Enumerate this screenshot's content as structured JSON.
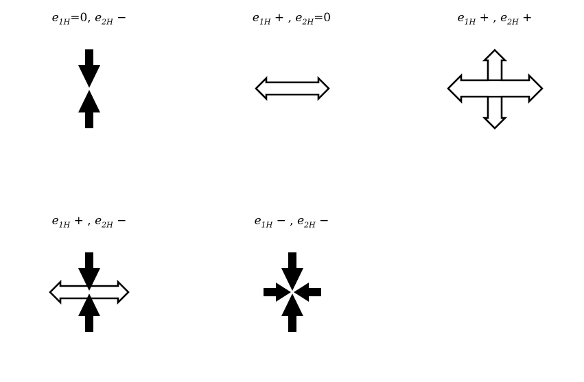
{
  "panels": [
    {
      "id": "p1",
      "e1": {
        "base": "e",
        "sub": "1H",
        "sign": "=0"
      },
      "e2": {
        "base": "e",
        "sub": "2H",
        "sign": " −"
      },
      "sep": ", "
    },
    {
      "id": "p2",
      "e1": {
        "base": "e",
        "sub": "1H",
        "sign": " +"
      },
      "e2": {
        "base": "e",
        "sub": "2H",
        "sign": "=0"
      },
      "sep": " , "
    },
    {
      "id": "p3",
      "e1": {
        "base": "e",
        "sub": "1H",
        "sign": " +"
      },
      "e2": {
        "base": "e",
        "sub": "2H",
        "sign": " +"
      },
      "sep": " , "
    },
    {
      "id": "p4",
      "e1": {
        "base": "e",
        "sub": "1H",
        "sign": " +"
      },
      "e2": {
        "base": "e",
        "sub": "2H",
        "sign": " −"
      },
      "sep": " , "
    },
    {
      "id": "p5",
      "e1": {
        "base": "e",
        "sub": "1H",
        "sign": " −"
      },
      "e2": {
        "base": "e",
        "sub": "2H",
        "sign": " −"
      },
      "sep": " , "
    }
  ],
  "colors": {
    "stroke": "#000000",
    "fill": "#000000",
    "background": "#ffffff"
  }
}
